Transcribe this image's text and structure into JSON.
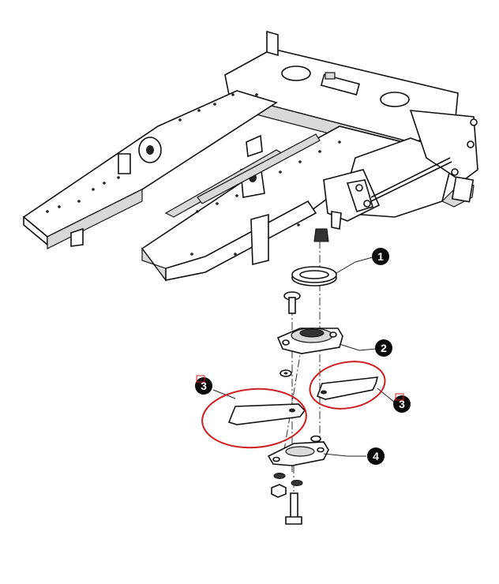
{
  "callouts": [
    {
      "id": "c1",
      "label": "1"
    },
    {
      "id": "c2",
      "label": "2"
    },
    {
      "id": "c3a",
      "label": "3"
    },
    {
      "id": "c3b",
      "label": "3"
    },
    {
      "id": "c4",
      "label": "4"
    }
  ],
  "colors": {
    "highlight": "#cc1f1f",
    "callout_fill": "#0a0a0a",
    "line": "#111111"
  }
}
